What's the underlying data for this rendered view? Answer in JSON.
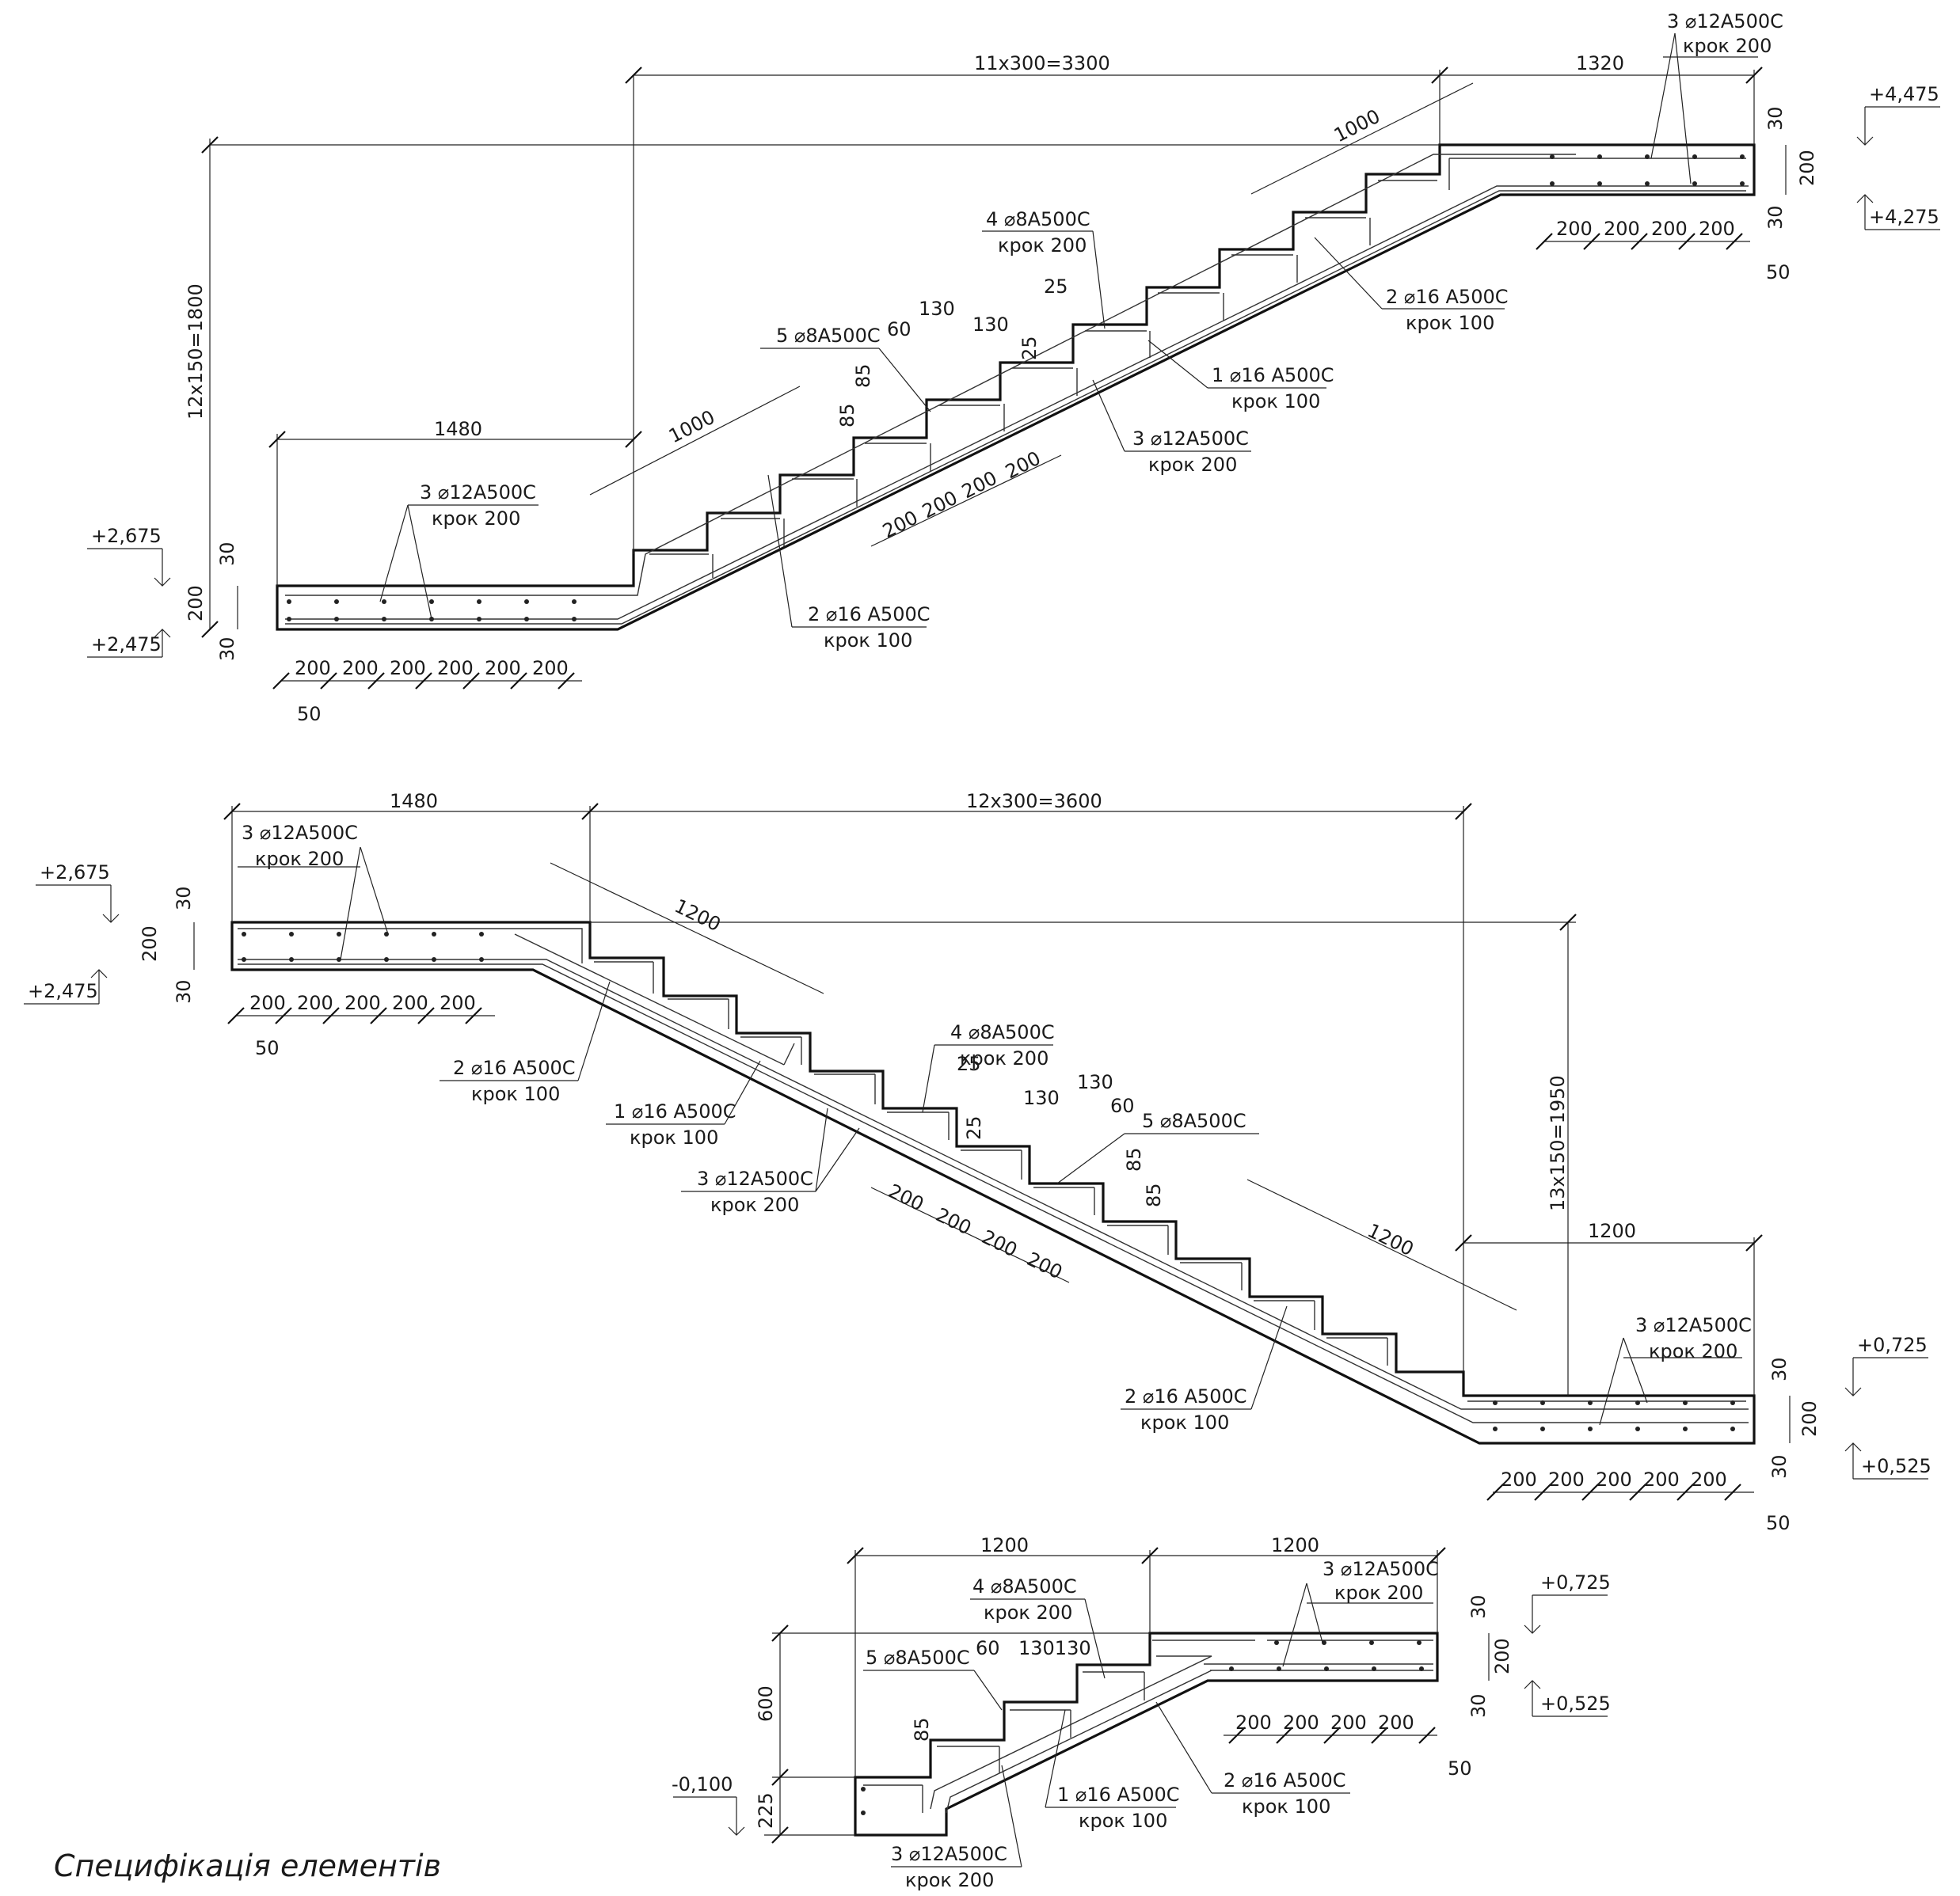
{
  "caption": "Специфікація елементів",
  "flight1": {
    "dims": {
      "risers": "12x150=1800",
      "treads": "11x300=3300",
      "landing_top": "1320",
      "landing_bottom": "1480",
      "diag_upper": "1000",
      "diag_lower": "1000",
      "d30a": "30",
      "d200": "200",
      "d30b": "30",
      "t30a": "30",
      "t200": "200",
      "t30b": "30",
      "d50a": "50",
      "d50b": "50",
      "d60": "60",
      "d130a": "130",
      "d130b": "130",
      "d85a": "85",
      "d85b": "85",
      "d25a": "25",
      "d25b": "25"
    },
    "spacing": [
      "200",
      "200",
      "200",
      "200",
      "200",
      "200"
    ],
    "spacing_top": [
      "200",
      "200",
      "200",
      "200"
    ],
    "spacing_diag": [
      "200",
      "200",
      "200",
      "200"
    ],
    "levels": {
      "a": "+2,675",
      "b": "+2,475",
      "c": "+4,475",
      "d": "+4,275"
    },
    "labels": {
      "l1a": "3 ⌀12А500С",
      "l1b": "крок 200",
      "l2a": "4 ⌀8А500С",
      "l2b": "крок 200",
      "l3a": "2 ⌀16 А500С",
      "l3b": "крок 100",
      "l4a": "5 ⌀8А500С",
      "l5a": "1 ⌀16 А500С",
      "l5b": "крок 100",
      "l6a": "3 ⌀12А500С",
      "l6b": "крок 200",
      "l7a": "3 ⌀12А500С",
      "l7b": "крок 200",
      "l8a": "2 ⌀16 А500С",
      "l8b": "крок 100"
    }
  },
  "flight2": {
    "dims": {
      "landing_left": "1480",
      "treads": "12x300=3600",
      "risers": "13x150=1950",
      "landing_right": "1200",
      "diag_upper": "1200",
      "diag_lower": "1200",
      "d30a": "30",
      "d200": "200",
      "d30b": "30",
      "r30a": "30",
      "r200": "200",
      "r30b": "30",
      "d50a": "50",
      "d50b": "50",
      "d25a": "25",
      "d25b": "25",
      "d130a": "130",
      "d130b": "130",
      "d60": "60",
      "d85a": "85",
      "d85b": "85"
    },
    "spacing_left": [
      "200",
      "200",
      "200",
      "200",
      "200"
    ],
    "spacing_right": [
      "200",
      "200",
      "200",
      "200",
      "200"
    ],
    "spacing_diag": [
      "200",
      "200",
      "200",
      "200"
    ],
    "levels": {
      "a": "+2,675",
      "b": "+2,475",
      "c": "+0,725",
      "d": "+0,525"
    },
    "labels": {
      "l1a": "3 ⌀12А500С",
      "l1b": "крок 200",
      "l2a": "2 ⌀16 А500С",
      "l2b": "крок 100",
      "l3a": "1 ⌀16 А500С",
      "l3b": "крок 100",
      "l4a": "3 ⌀12А500С",
      "l4b": "крок 200",
      "l5a": "4 ⌀8А500С",
      "l5b": "крок 200",
      "l6a": "5 ⌀8А500С",
      "l7a": "2 ⌀16 А500С",
      "l7b": "крок 100",
      "l8a": "3 ⌀12А500С",
      "l8b": "крок 200"
    }
  },
  "flight3": {
    "dims": {
      "w_left": "1200",
      "w_right": "1200",
      "h600": "600",
      "h225": "225",
      "d30a": "30",
      "d200": "200",
      "d30b": "30",
      "d50": "50",
      "d60": "60",
      "d130": "130130",
      "d85": "85"
    },
    "spacing": [
      "200",
      "200",
      "200",
      "200"
    ],
    "levels": {
      "a": "+0,725",
      "b": "+0,525",
      "c": "-0,100"
    },
    "labels": {
      "l1a": "4 ⌀8А500С",
      "l1b": "крок 200",
      "l2a": "3 ⌀12А500С",
      "l2b": "крок 200",
      "l3a": "5 ⌀8А500С",
      "l4a": "1 ⌀16 А500С",
      "l4b": "крок 100",
      "l5a": "2 ⌀16 А500С",
      "l5b": "крок 100",
      "l6a": "3 ⌀12А500С",
      "l6b": "крок 200"
    }
  }
}
